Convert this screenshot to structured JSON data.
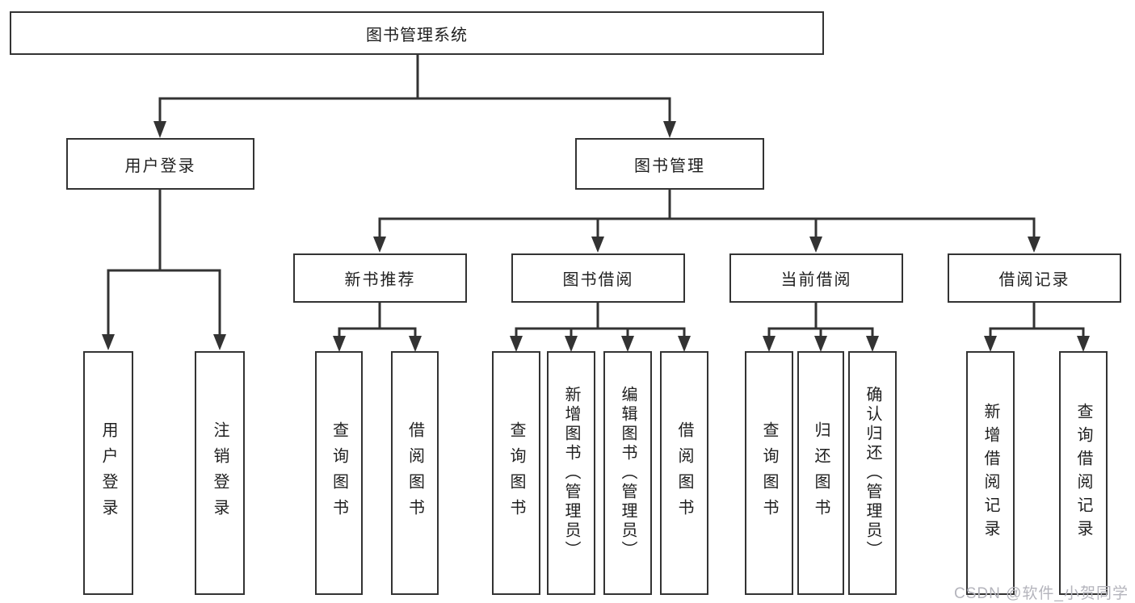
{
  "diagram": {
    "root": {
      "label": "图书管理系统"
    },
    "level2": [
      {
        "label": "用户登录"
      },
      {
        "label": "图书管理"
      }
    ],
    "level3": [
      {
        "label": "新书推荐",
        "parent": "图书管理"
      },
      {
        "label": "图书借阅",
        "parent": "图书管理"
      },
      {
        "label": "当前借阅",
        "parent": "图书管理"
      },
      {
        "label": "借阅记录",
        "parent": "图书管理"
      }
    ],
    "leaves": [
      {
        "label": "用户登录",
        "parent": "用户登录"
      },
      {
        "label": "注销登录",
        "parent": "用户登录"
      },
      {
        "label": "查询图书",
        "parent": "新书推荐"
      },
      {
        "label": "借阅图书",
        "parent": "新书推荐"
      },
      {
        "label": "查询图书",
        "parent": "图书借阅"
      },
      {
        "label": "新增图书（管理员）",
        "parent": "图书借阅"
      },
      {
        "label": "编辑图书（管理员）",
        "parent": "图书借阅"
      },
      {
        "label": "借阅图书",
        "parent": "图书借阅"
      },
      {
        "label": "查询图书",
        "parent": "当前借阅"
      },
      {
        "label": "归还图书",
        "parent": "当前借阅"
      },
      {
        "label": "确认归还（管理员）",
        "parent": "当前借阅"
      },
      {
        "label": "新增借阅记录",
        "parent": "借阅记录"
      },
      {
        "label": "查询借阅记录",
        "parent": "借阅记录"
      }
    ]
  },
  "watermark": {
    "text": "CSDN @软件_小贺同学"
  },
  "colors": {
    "line": "#333333",
    "text": "#1f1f1f",
    "background": "#ffffff",
    "watermark": "#b4b4bc"
  }
}
